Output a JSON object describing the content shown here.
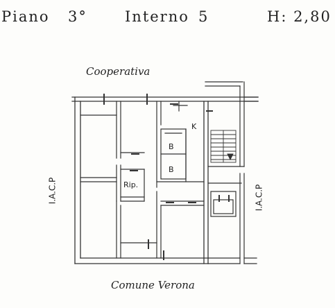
{
  "header": {
    "floor_label": "Piano",
    "floor_number": "3°",
    "unit_label": "Interno",
    "unit_number": "5",
    "height": "H: 2,80"
  },
  "labels": {
    "top_neighbor": "Cooperativa",
    "bottom_neighbor": "Comune Verona",
    "left_neighbor": "I.A.C.P",
    "right_neighbor": "I.A.C.P",
    "kitchen": "K",
    "bath_1": "B",
    "bath_2": "B",
    "storage": "Rip."
  }
}
